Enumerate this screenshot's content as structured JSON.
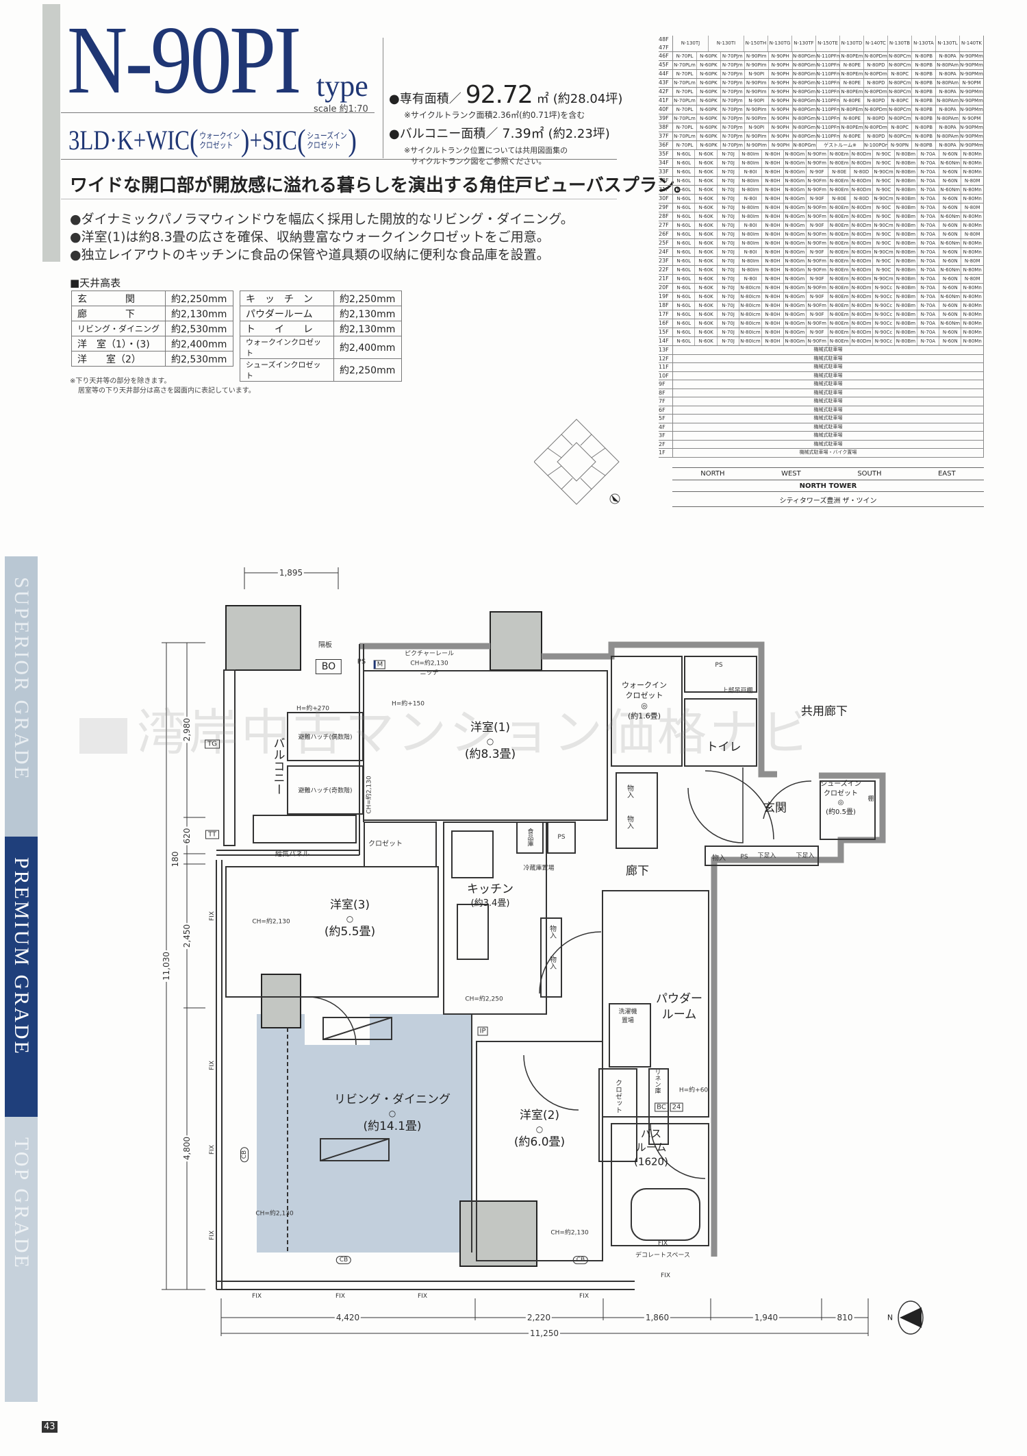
{
  "header": {
    "title": "N-90PI",
    "type_word": "type",
    "scale": "scale 約1:70",
    "layout": {
      "main1": "3LD·K+WIC",
      "wic_line1": "ウォークイン",
      "wic_line2": "クロゼット",
      "main2": "+SIC",
      "sic_line1": "シューズイン",
      "sic_line2": "クロゼット"
    },
    "exclusive_area_label": "●専有面積／",
    "exclusive_area_value": "92.72",
    "exclusive_area_unit": "㎡",
    "exclusive_area_tsubo": "(約28.04坪)",
    "exclusive_area_note": "※サイクルトランク面積2.36㎡(約0.71坪)を含む",
    "balcony_area_label": "●バルコニー面積／",
    "balcony_area_value": "7.39㎡",
    "balcony_area_tsubo": "(約2.23坪)",
    "cycle_note_1": "※サイクルトランク位置については共用図面集の",
    "cycle_note_2": "サイクルトランク図をご参照ください。"
  },
  "catchphrase": "ワイドな開口部が開放感に溢れる暮らしを演出する角住戸ビューバスプラン。",
  "bullets": [
    "●ダイナミックパノラマウィンドウを幅広く採用した開放的なリビング・ダイニング。",
    "●洋室(1)は約8.3畳の広さを確保、収納豊富なウォークインクロゼットをご用意。",
    "●独立レイアウトのキッチンに食品の保管や道具類の収納に便利な食品庫を設置。"
  ],
  "ceiling_table": {
    "title": "■天井高表",
    "left": [
      {
        "name": "玄　　　　関",
        "value": "約2,250mm"
      },
      {
        "name": "廊　　　　下",
        "value": "約2,130mm"
      },
      {
        "name": "リビング・ダイニング",
        "value": "約2,530mm"
      },
      {
        "name": "洋　室（1）・(3)",
        "value": "約2,400mm"
      },
      {
        "name": "洋　　室（2）",
        "value": "約2,530mm"
      }
    ],
    "right": [
      {
        "name": "キ　ッ　チ　ン",
        "value": "約2,250mm"
      },
      {
        "name": "パウダールーム",
        "value": "約2,130mm"
      },
      {
        "name": "ト　　イ　　レ",
        "value": "約2,130mm"
      },
      {
        "name": "ウォークインクロゼット",
        "value": "約2,400mm"
      },
      {
        "name": "シューズインクロゼット",
        "value": "約2,250mm"
      }
    ],
    "note_1": "※下り天井等の部分を除きます。",
    "note_2": "居室等の下り天井部分は高さを図面内に表記しています。"
  },
  "floor_table": {
    "header_floors": [
      "48F",
      "47F"
    ],
    "header": [
      "N-130TJ",
      "N-130TI",
      "N-150TH",
      "N-130TG",
      "N-130TF",
      "N-150TE",
      "N-130TD",
      "N-140TC",
      "N-130TB",
      "N-130TA",
      "N-130TL",
      "N-140TK"
    ],
    "upper_rows": [
      {
        "floor": "46F",
        "units": [
          "N-70PL",
          "N-60PK",
          "N-70PJm",
          "N-90PIm",
          "N-90PH",
          "N-80PGm",
          "N-110PFm",
          "N-80PEm",
          "N-80PDm",
          "N-80PCm",
          "N-80PB",
          "N-80PA",
          "N-90PMm"
        ]
      },
      {
        "floor": "45F",
        "units": [
          "N-70PLm",
          "N-60PK",
          "N-70PJm",
          "N-90PIm",
          "N-90PH",
          "N-80PGm",
          "N-110PFm",
          "N-80PE",
          "N-80PD",
          "N-80PCm",
          "N-80PB",
          "N-80PAm",
          "N-90PMm"
        ]
      },
      {
        "floor": "44F",
        "units": [
          "N-70PL",
          "N-60PK",
          "N-70PJm",
          "N-90PI",
          "N-90PH",
          "N-80PGm",
          "N-110PFm",
          "N-80PEm",
          "N-80PDm",
          "N-80PC",
          "N-80PB",
          "N-80PA",
          "N-90PMm"
        ]
      },
      {
        "floor": "43F",
        "units": [
          "N-70PLm",
          "N-60PK",
          "N-70PJm",
          "N-90PIm",
          "N-90PH",
          "N-80PGm",
          "N-110PFm",
          "N-80PE",
          "N-80PD",
          "N-80PCm",
          "N-80PB",
          "N-80PAm",
          "N-90PM"
        ]
      },
      {
        "floor": "42F",
        "units": [
          "N-70PL",
          "N-60PK",
          "N-70PJm",
          "N-90PIm",
          "N-90PH",
          "N-80PGm",
          "N-110PFm",
          "N-80PEm",
          "N-80PDm",
          "N-80PCm",
          "N-80PB",
          "N-80PA",
          "N-90PMm"
        ]
      },
      {
        "floor": "41F",
        "units": [
          "N-70PLm",
          "N-60PK",
          "N-70PJm",
          "N-90PI",
          "N-90PH",
          "N-80PGm",
          "N-110PFm",
          "N-80PE",
          "N-80PD",
          "N-80PC",
          "N-80PB",
          "N-80PAm",
          "N-90PMm"
        ]
      },
      {
        "floor": "40F",
        "units": [
          "N-70PL",
          "N-60PK",
          "N-70PJm",
          "N-90PIm",
          "N-90PH",
          "N-80PGm",
          "N-110PFm",
          "N-80PEm",
          "N-80PDm",
          "N-80PCm",
          "N-80PB",
          "N-80PA",
          "N-90PMm"
        ]
      },
      {
        "floor": "39F",
        "units": [
          "N-70PLm",
          "N-60PK",
          "N-70PJm",
          "N-90PIm",
          "N-90PH",
          "N-80PGm",
          "N-110PFm",
          "N-80PE",
          "N-80PD",
          "N-80PCm",
          "N-80PB",
          "N-80PAm",
          "N-90PM"
        ]
      },
      {
        "floor": "38F",
        "units": [
          "N-70PL",
          "N-60PK",
          "N-70PJm",
          "N-90PI",
          "N-90PH",
          "N-80PGm",
          "N-110PFm",
          "N-80PEm",
          "N-80PDm",
          "N-80PC",
          "N-80PB",
          "N-80PA",
          "N-90PMm"
        ]
      },
      {
        "floor": "37F",
        "units": [
          "N-70PLm",
          "N-60PK",
          "N-70PJm",
          "N-90PIm",
          "N-90PH",
          "N-80PGm",
          "N-110PFm",
          "N-80PE",
          "N-80PD",
          "N-80PCm",
          "N-80PB",
          "N-80PAm",
          "N-90PMm"
        ]
      },
      {
        "floor": "36F",
        "units": [
          "N-70PL",
          "N-60PK",
          "N-70PJm",
          "N-90PIm",
          "N-90PH",
          "N-80PGm",
          "ゲストルーム※",
          "N-100POm",
          "N-90PN",
          "N-80PB",
          "N-80PA",
          "N-90PMm"
        ],
        "wide_unit": "ゲストルーム※"
      }
    ],
    "lower_rows": [
      {
        "floor": "35F",
        "units": [
          "N-60L",
          "N-60K",
          "N-70J",
          "N-80Im",
          "N-80H",
          "N-80Gm",
          "N-90Fm",
          "N-80Em",
          "N-80Dm",
          "N-90C",
          "N-80Bm",
          "N-70A",
          "N-60N",
          "N-80Mn"
        ]
      },
      {
        "floor": "34F",
        "units": [
          "N-60L",
          "N-60K",
          "N-70J",
          "N-80Im",
          "N-80H",
          "N-80Gm",
          "N-90Fm",
          "N-80Em",
          "N-80Dm",
          "N-90C",
          "N-80Bm",
          "N-70A",
          "N-60Nm",
          "N-80Mn"
        ]
      },
      {
        "floor": "33F",
        "units": [
          "N-60L",
          "N-60K",
          "N-70J",
          "N-80I",
          "N-80H",
          "N-80Gm",
          "N-90F",
          "N-80E",
          "N-80D",
          "N-90Cm",
          "N-80Bm",
          "N-70A",
          "N-60N",
          "N-80Mn"
        ]
      },
      {
        "floor": "32F",
        "units": [
          "N-60L",
          "N-60K",
          "N-70J",
          "N-80Im",
          "N-80H",
          "N-80Gm",
          "N-90Fm",
          "N-80Em",
          "N-80Dm",
          "N-90C",
          "N-80Bm",
          "N-70A",
          "N-60N",
          "N-80M"
        ]
      },
      {
        "floor": "31F",
        "units": [
          "N-60L",
          "N-60K",
          "N-70J",
          "N-80Im",
          "N-80H",
          "N-80Gm",
          "N-90Fm",
          "N-80Em",
          "N-80Dm",
          "N-90C",
          "N-80Bm",
          "N-70A",
          "N-60Nm",
          "N-80Mn"
        ]
      },
      {
        "floor": "30F",
        "units": [
          "N-60L",
          "N-60K",
          "N-70J",
          "N-80I",
          "N-80H",
          "N-80Gm",
          "N-90F",
          "N-80E",
          "N-80D",
          "N-90Cm",
          "N-80Bm",
          "N-70A",
          "N-60N",
          "N-80Mn"
        ]
      },
      {
        "floor": "29F",
        "units": [
          "N-60L",
          "N-60K",
          "N-70J",
          "N-80Im",
          "N-80H",
          "N-80Gm",
          "N-90Fm",
          "N-80Em",
          "N-80Dm",
          "N-90C",
          "N-80Bm",
          "N-70A",
          "N-60N",
          "N-80M"
        ]
      },
      {
        "floor": "28F",
        "units": [
          "N-60L",
          "N-60K",
          "N-70J",
          "N-80Im",
          "N-80H",
          "N-80Gm",
          "N-90Fm",
          "N-80Em",
          "N-80Dm",
          "N-90C",
          "N-80Bm",
          "N-70A",
          "N-60Nm",
          "N-80Mn"
        ]
      },
      {
        "floor": "27F",
        "units": [
          "N-60L",
          "N-60K",
          "N-70J",
          "N-80I",
          "N-80H",
          "N-80Gm",
          "N-90F",
          "N-80Em",
          "N-80Dm",
          "N-90Cm",
          "N-80Bm",
          "N-70A",
          "N-60N",
          "N-80Mn"
        ]
      },
      {
        "floor": "26F",
        "units": [
          "N-60L",
          "N-60K",
          "N-70J",
          "N-80Im",
          "N-80H",
          "N-80Gm",
          "N-90Fm",
          "N-80Em",
          "N-80Dm",
          "N-90C",
          "N-80Bm",
          "N-70A",
          "N-60N",
          "N-80M"
        ]
      },
      {
        "floor": "25F",
        "units": [
          "N-60L",
          "N-60K",
          "N-70J",
          "N-80Im",
          "N-80H",
          "N-80Gm",
          "N-90Fm",
          "N-80Em",
          "N-80Dm",
          "N-90C",
          "N-80Bm",
          "N-70A",
          "N-60Nm",
          "N-80Mn"
        ]
      },
      {
        "floor": "24F",
        "units": [
          "N-60L",
          "N-60K",
          "N-70J",
          "N-80I",
          "N-80H",
          "N-80Gm",
          "N-90F",
          "N-80Em",
          "N-80Dm",
          "N-90Cm",
          "N-80Bm",
          "N-70A",
          "N-60N",
          "N-80Mn"
        ]
      },
      {
        "floor": "23F",
        "units": [
          "N-60L",
          "N-60K",
          "N-70J",
          "N-80Im",
          "N-80H",
          "N-80Gm",
          "N-90Fm",
          "N-80Em",
          "N-80Dm",
          "N-90C",
          "N-80Bm",
          "N-70A",
          "N-60N",
          "N-80M"
        ]
      },
      {
        "floor": "22F",
        "units": [
          "N-60L",
          "N-60K",
          "N-70J",
          "N-80Im",
          "N-80H",
          "N-80Gm",
          "N-90Fm",
          "N-80Em",
          "N-80Dm",
          "N-90C",
          "N-80Bm",
          "N-70A",
          "N-60Nm",
          "N-80Mn"
        ]
      },
      {
        "floor": "21F",
        "units": [
          "N-60L",
          "N-60K",
          "N-70J",
          "N-80I",
          "N-80H",
          "N-80Gm",
          "N-90F",
          "N-80Em",
          "N-80Dm",
          "N-90Cm",
          "N-80Bm",
          "N-70A",
          "N-60N",
          "N-80M"
        ]
      },
      {
        "floor": "20F",
        "units": [
          "N-60L",
          "N-60K",
          "N-70J",
          "N-80Icm",
          "N-80H",
          "N-80Gm",
          "N-90Fm",
          "N-80Em",
          "N-80Dm",
          "N-90Cc",
          "N-80Bm",
          "N-70A",
          "N-60N",
          "N-80Mn"
        ]
      },
      {
        "floor": "19F",
        "units": [
          "N-60L",
          "N-60K",
          "N-70J",
          "N-80Icm",
          "N-80H",
          "N-80Gm",
          "N-90F",
          "N-80Em",
          "N-80Dm",
          "N-90Cc",
          "N-80Bm",
          "N-70A",
          "N-60Nm",
          "N-80Mn"
        ]
      },
      {
        "floor": "18F",
        "units": [
          "N-60L",
          "N-60K",
          "N-70J",
          "N-80Icm",
          "N-80H",
          "N-80Gm",
          "N-90Fm",
          "N-80Em",
          "N-80Dm",
          "N-90Cc",
          "N-80Bm",
          "N-70A",
          "N-60N",
          "N-80Mn"
        ]
      },
      {
        "floor": "17F",
        "units": [
          "N-60L",
          "N-60K",
          "N-70J",
          "N-80Icm",
          "N-80H",
          "N-80Gm",
          "N-90F",
          "N-80Em",
          "N-80Dm",
          "N-90Cc",
          "N-80Bm",
          "N-70A",
          "N-60N",
          "N-80Mn"
        ]
      },
      {
        "floor": "16F",
        "units": [
          "N-60L",
          "N-60K",
          "N-70J",
          "N-80Icm",
          "N-80H",
          "N-80Gm",
          "N-90Fm",
          "N-80Em",
          "N-80Dm",
          "N-90Cc",
          "N-80Bm",
          "N-70A",
          "N-60Nm",
          "N-80Mn"
        ]
      },
      {
        "floor": "15F",
        "units": [
          "N-60L",
          "N-60K",
          "N-70J",
          "N-80Icm",
          "N-80H",
          "N-80Gm",
          "N-90F",
          "N-80Em",
          "N-80Dm",
          "N-90Cc",
          "N-80Bm",
          "N-70A",
          "N-60N",
          "N-80Mn"
        ]
      },
      {
        "floor": "14F",
        "units": [
          "N-60L",
          "N-60K",
          "N-70J",
          "N-80Icm",
          "N-80H",
          "N-80Gm",
          "N-90Fm",
          "N-80Em",
          "N-80Dm",
          "N-90Cc",
          "N-80Bm",
          "N-70A",
          "N-60N",
          "N-80Mn"
        ]
      }
    ],
    "parking_rows": [
      {
        "floor": "13F",
        "label": "機械式駐車場"
      },
      {
        "floor": "12F",
        "label": "機械式駐車場"
      },
      {
        "floor": "11F",
        "label": "機械式駐車場"
      },
      {
        "floor": "10F",
        "label": "機械式駐車場"
      },
      {
        "floor": "9F",
        "label": "機械式駐車場"
      },
      {
        "floor": "8F",
        "label": "機械式駐車場"
      },
      {
        "floor": "7F",
        "label": "機械式駐車場"
      },
      {
        "floor": "6F",
        "label": "機械式駐車場"
      },
      {
        "floor": "5F",
        "label": "機械式駐車場"
      },
      {
        "floor": "4F",
        "label": "機械式駐車場"
      },
      {
        "floor": "3F",
        "label": "機械式駐車場"
      },
      {
        "floor": "2F",
        "label": "機械式駐車場"
      },
      {
        "floor": "1F",
        "label": "機械式駐車場・バイク置場"
      }
    ],
    "directions": [
      "NORTH",
      "WEST",
      "SOUTH",
      "EAST"
    ],
    "tower": "NORTH TOWER",
    "building": "シティタワーズ豊洲 ザ・ツイン"
  },
  "grades": [
    {
      "label": "SUPERIOR GRADE",
      "color": "#b9c7d3"
    },
    {
      "label": "PREMIUM GRADE",
      "color": "#1f3f7b"
    },
    {
      "label": "TOP GRADE",
      "color": "#c6d1db"
    }
  ],
  "page_number": "43",
  "watermark": "湾岸中古マンション価格ナビ",
  "plan": {
    "rooms": {
      "western1": {
        "name": "洋室(1)",
        "size": "(約8.3畳)"
      },
      "western2": {
        "name": "洋室(2)",
        "size": "(約6.0畳)"
      },
      "western3": {
        "name": "洋室(3)",
        "size": "(約5.5畳)"
      },
      "living": {
        "name": "リビング・ダイニング",
        "size": "(約14.1畳)"
      },
      "kitchen": {
        "name": "キッチン",
        "size": "(約3.4畳)"
      },
      "wic": {
        "name1": "ウォークイン",
        "name2": "クロゼット",
        "size": "(約1.6畳)"
      },
      "sic": {
        "name1": "シューズイン",
        "name2": "クロゼット",
        "size": "(約0.5畳)"
      },
      "toilet": "トイレ",
      "entrance": "玄関",
      "hallway": "廊下",
      "common_hallway": "共用廊下",
      "powder": {
        "name1": "パウダー",
        "name2": "ルーム"
      },
      "bath": {
        "name1": "バス",
        "name2": "ルーム",
        "size": "(1620)"
      },
      "balcony": "バルコニー"
    },
    "labels": {
      "partition": "隔板",
      "bo": "BO",
      "ps": "PS",
      "m": "M",
      "picture_rail": "ピクチャーレール",
      "ch2130": "CH=約2,130",
      "niche": "ニッチ",
      "h270": "H=約+270",
      "h150": "H=約+150",
      "h60": "H=約+60",
      "hatch_even": "避難ハッチ(偶数階)",
      "hatch_odd": "避難ハッチ(奇数階)",
      "air_panel": "給気パネル",
      "closet": "クロゼット",
      "pantry": "食品庫",
      "fridge": "冷蔵庫置場",
      "storage": "物入",
      "shoe_box": "下足入",
      "upper_cabinet": "上部吊戸棚",
      "shelf": "棚",
      "tg": "TG",
      "tt": "TT",
      "fix": "FIX",
      "ch2250": "CH=約2,250",
      "ip": "IP",
      "washer": "洗濯機置場",
      "linen": "リネン庫",
      "bc": "BC",
      "bc_num": "24",
      "decorate": "デコレートスペース",
      "cb": "CB",
      "north": "N"
    },
    "dimensions": {
      "top": "1,895",
      "left_total": "11,030",
      "left": [
        "2,980",
        "620",
        "180",
        "2,450",
        "4,800"
      ],
      "bottom": [
        "4,420",
        "2,220",
        "1,860",
        "1,940",
        "810"
      ],
      "bottom_total": "11,250"
    }
  }
}
